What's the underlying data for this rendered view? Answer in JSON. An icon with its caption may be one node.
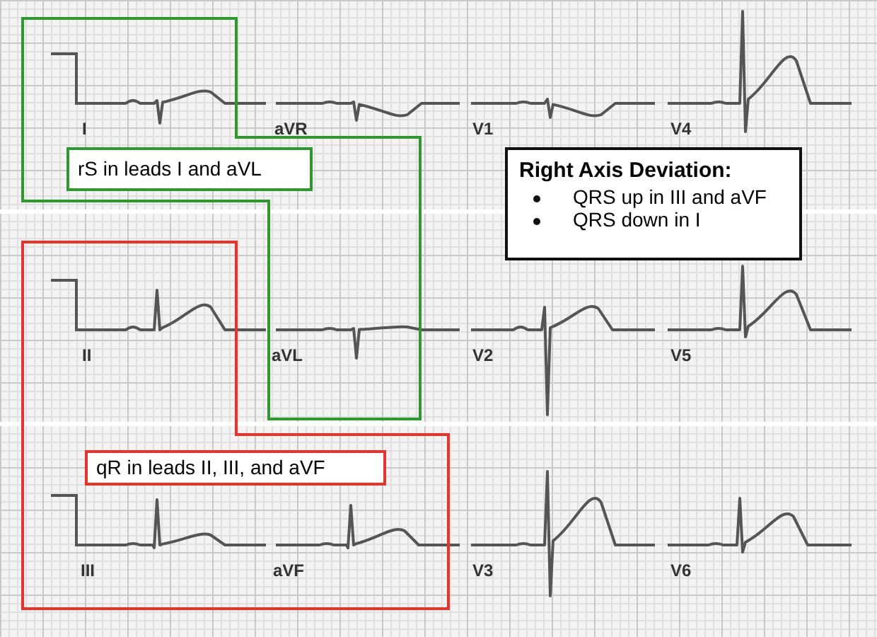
{
  "diagram": {
    "nodes": [
      {
        "text": [],
        "shape": "box"
      },
      {
        "text": [
          "rS in leads I and aVL"
        ],
        "in": 0
      },
      {
        "text": [
          "Right Axis Deviation:",
          "QRS up in III and aVF",
          "QRS down in I"
        ]
      },
      {
        "text": [],
        "shape": "box"
      },
      {
        "text": [
          "qR in leads II, III, and aVF"
        ],
        "in": 3
      }
    ],
    "edges": [],
    "labels": [
      "I",
      "aVR",
      "V1",
      "V4",
      "II",
      "aVL",
      "V2",
      "V5",
      "III",
      "aVF",
      "V3",
      "V6"
    ]
  }
}
